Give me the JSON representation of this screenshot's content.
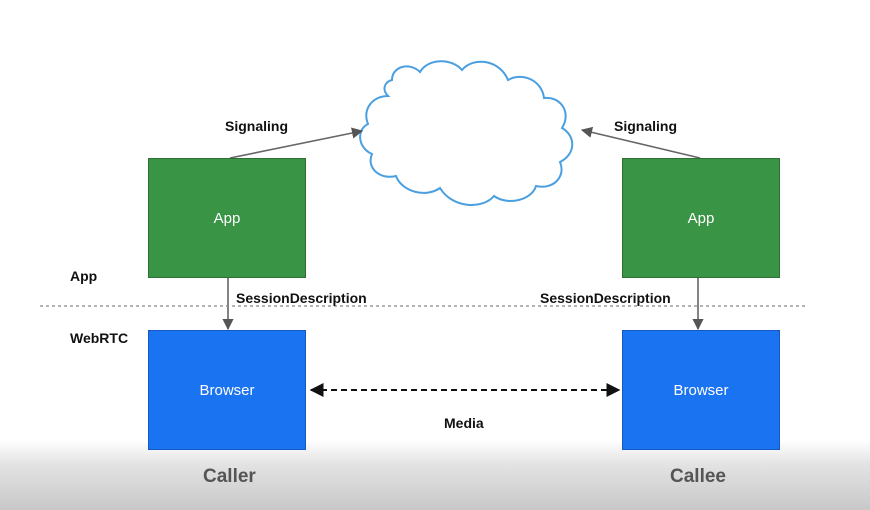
{
  "layers": {
    "app": "App",
    "webrtc": "WebRTC"
  },
  "caller": {
    "app_label": "App",
    "browser_label": "Browser",
    "role": "Caller"
  },
  "callee": {
    "app_label": "App",
    "browser_label": "Browser",
    "role": "Callee"
  },
  "edges": {
    "signaling_left": "Signaling",
    "signaling_right": "Signaling",
    "session_left": "SessionDescription",
    "session_right": "SessionDescription",
    "media": "Media"
  },
  "colors": {
    "app_box": "#3a9446",
    "browser_box": "#1a73f0",
    "cloud_outline": "#4a9fe0",
    "arrows": "#666666"
  }
}
